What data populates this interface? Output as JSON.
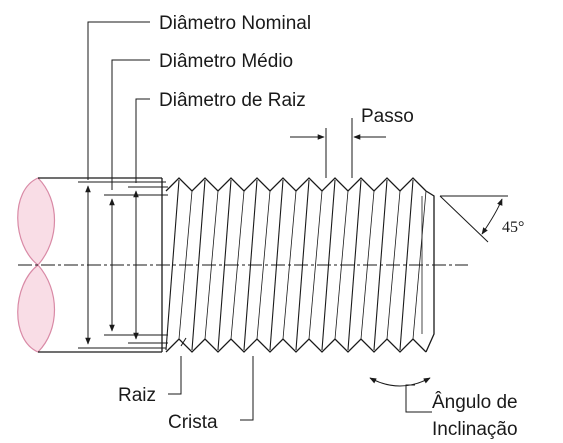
{
  "labels": {
    "nominal": "Diâmetro Nominal",
    "medio": "Diâmetro Médio",
    "raiz_diam": "Diâmetro de Raiz",
    "passo": "Passo",
    "angle": "45°",
    "raiz": "Raiz",
    "crista": "Crista",
    "angulo_line1": "Ângulo de",
    "angulo_line2": "Inclinação"
  },
  "colors": {
    "line": "#1a1a1a",
    "shaft_end_fill": "#f9dde6",
    "shaft_end_stroke": "#d98aa6"
  }
}
